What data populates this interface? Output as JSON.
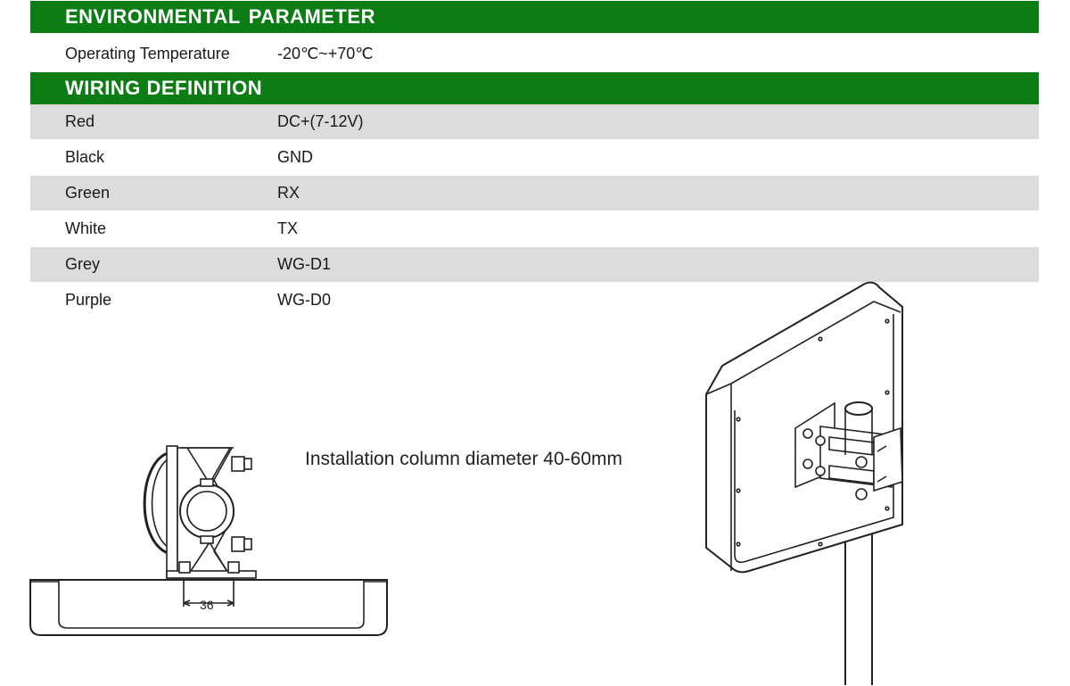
{
  "environmental": {
    "title_part1": "ENVIRONMENTAL",
    "title_part2": "PARAMETER",
    "rows": [
      {
        "key": "Operating Temperature",
        "value": "-20℃~+70℃"
      }
    ]
  },
  "wiring": {
    "title": "WIRING DEFINITION",
    "rows": [
      {
        "key": "Red",
        "value": "DC+(7-12V)"
      },
      {
        "key": "Black",
        "value": "GND"
      },
      {
        "key": "Green",
        "value": "RX"
      },
      {
        "key": "White",
        "value": "TX"
      },
      {
        "key": "Grey",
        "value": "WG-D1"
      },
      {
        "key": "Purple",
        "value": "WG-D0"
      }
    ]
  },
  "diagram": {
    "caption": "Installation column diameter 40-60mm",
    "dimension_label": "36"
  },
  "colors": {
    "header_green": "#0b7d14",
    "row_shade": "#dcdcdc"
  }
}
